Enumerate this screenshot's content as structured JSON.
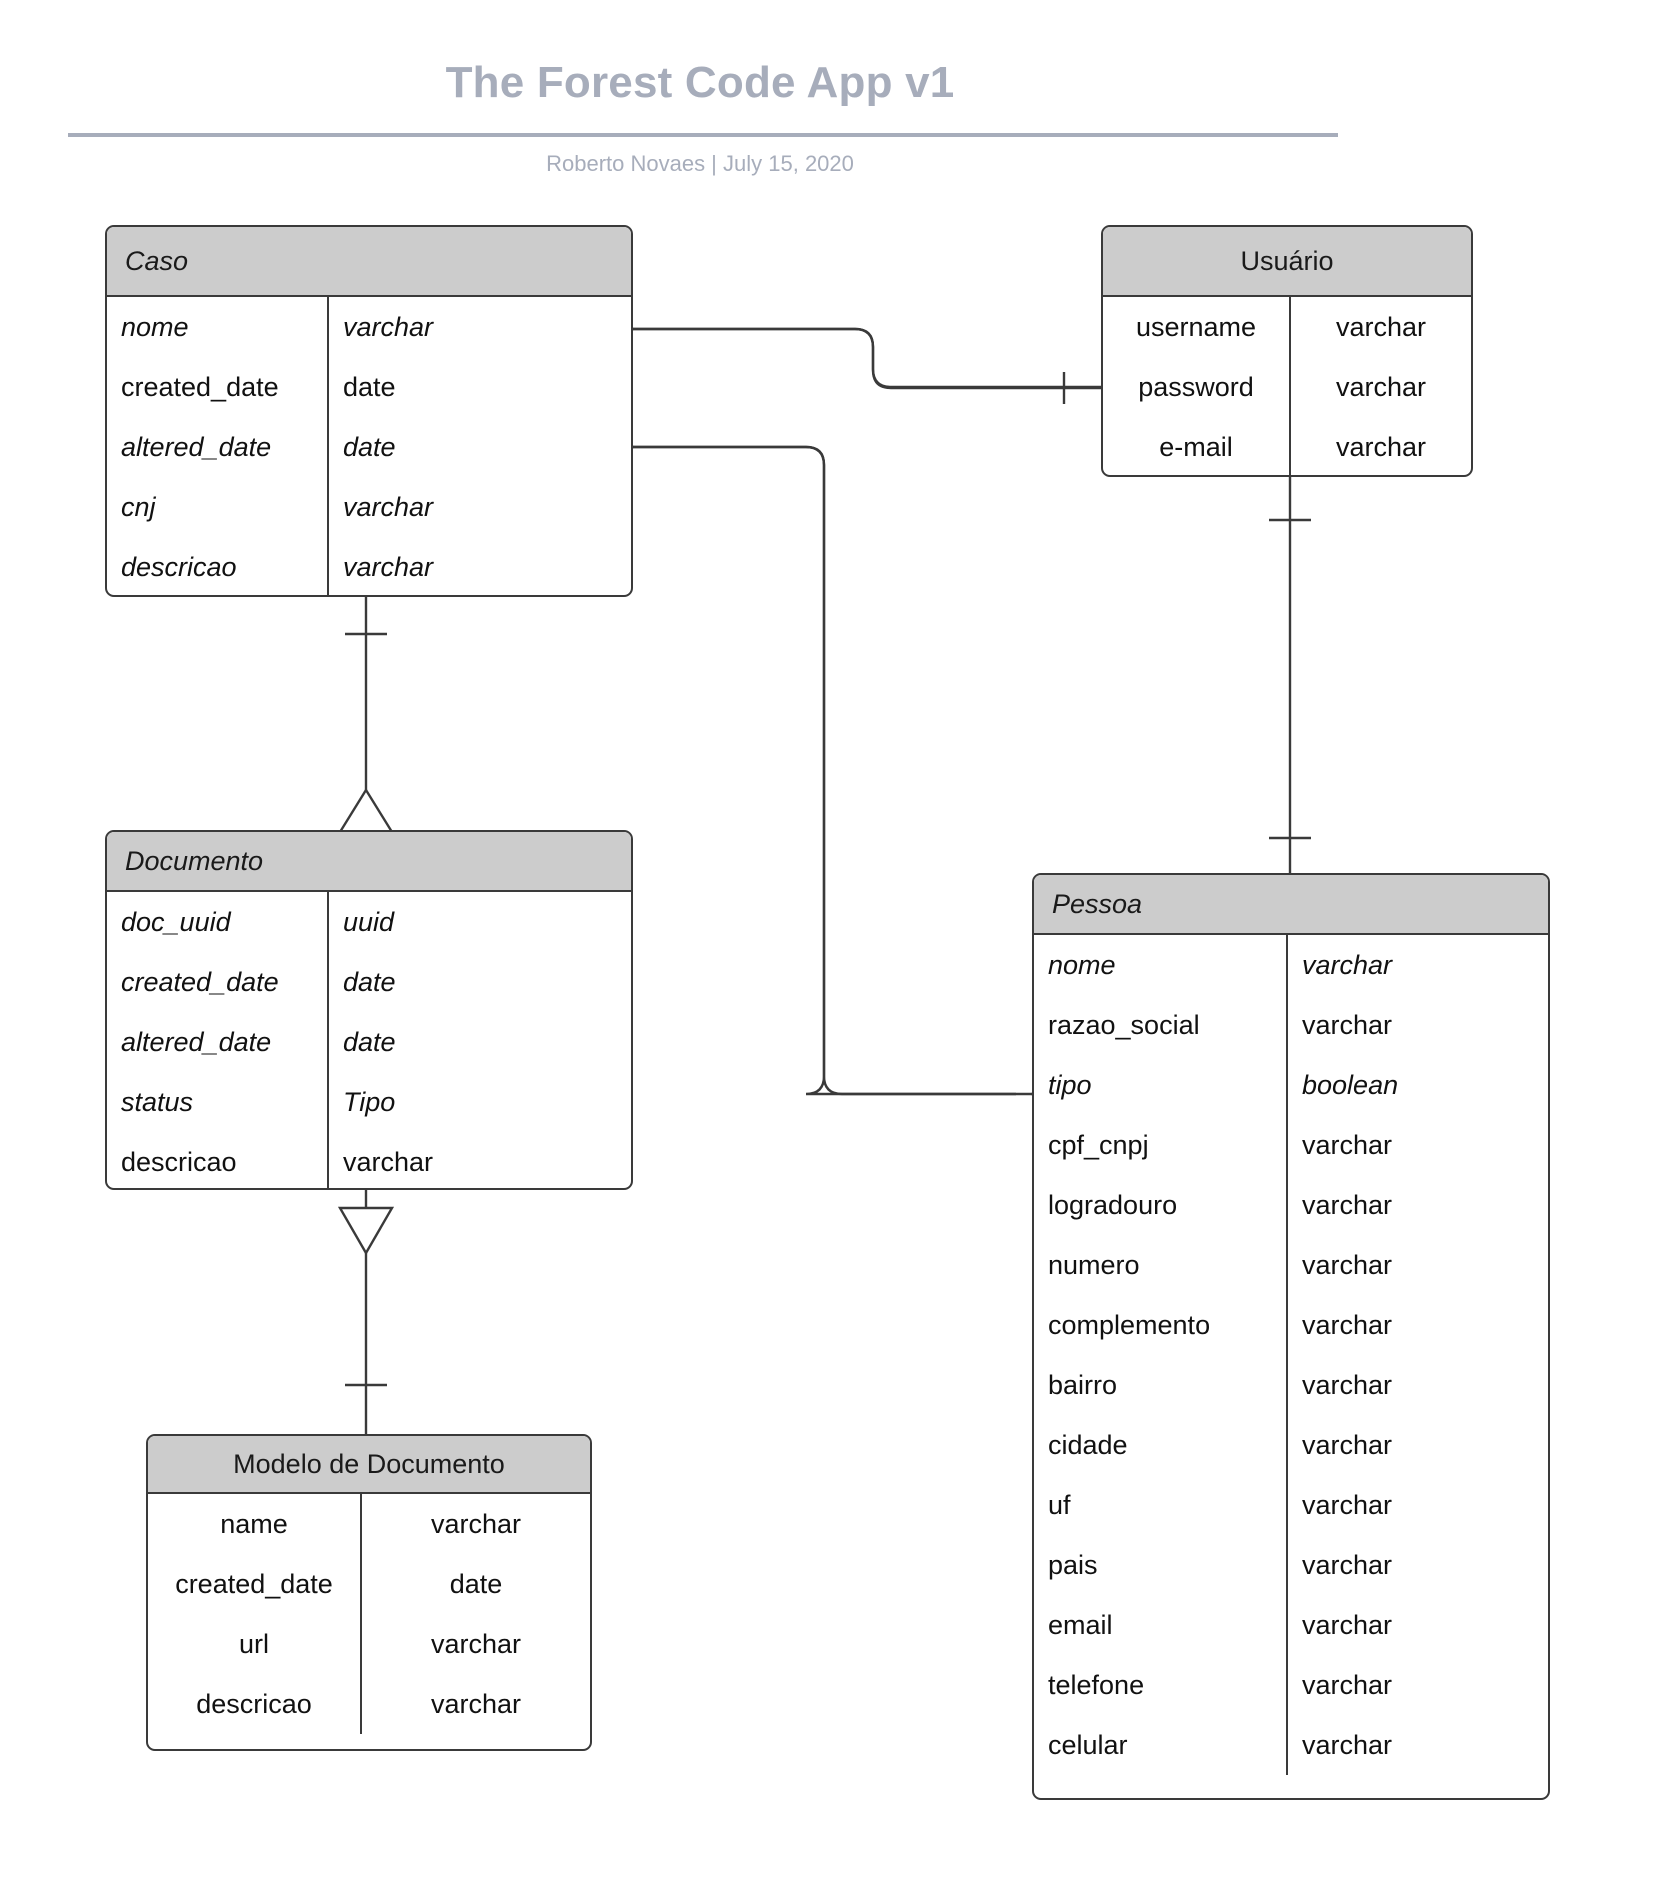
{
  "header": {
    "title": "The Forest Code App v1",
    "subtitle": "Roberto Novaes  |  July 15, 2020",
    "title_color": "#a7adbb"
  },
  "diagram": {
    "type": "entity-relationship",
    "header_fill": "#cccccc",
    "line_color": "#3a3a3a",
    "entities": [
      {
        "id": "caso",
        "title": "Caso",
        "title_italic": true,
        "title_align": "left",
        "row_align": "left",
        "fields": [
          {
            "name": "nome",
            "type": "varchar",
            "italic": true
          },
          {
            "name": "created_date",
            "type": "date",
            "italic": false
          },
          {
            "name": "altered_date",
            "type": "date",
            "italic": true
          },
          {
            "name": "cnj",
            "type": "varchar",
            "italic": true
          },
          {
            "name": "descricao",
            "type": "varchar",
            "italic": true
          }
        ]
      },
      {
        "id": "usuario",
        "title": "Usuário",
        "title_italic": false,
        "title_align": "center",
        "row_align": "mixed",
        "fields": [
          {
            "name": "username",
            "type": "varchar",
            "italic": false
          },
          {
            "name": "password",
            "type": "varchar",
            "italic": false
          },
          {
            "name": "e-mail",
            "type": "varchar",
            "italic": false
          }
        ]
      },
      {
        "id": "documento",
        "title": "Documento",
        "title_italic": true,
        "title_align": "left",
        "row_align": "left",
        "fields": [
          {
            "name": "doc_uuid",
            "type": "uuid",
            "italic": true
          },
          {
            "name": "created_date",
            "type": "date",
            "italic": true
          },
          {
            "name": "altered_date",
            "type": "date",
            "italic": true
          },
          {
            "name": "status",
            "type": "Tipo",
            "italic": true
          },
          {
            "name": "descricao",
            "type": "varchar",
            "italic": false
          }
        ]
      },
      {
        "id": "pessoa",
        "title": "Pessoa",
        "title_italic": true,
        "title_align": "left",
        "row_align": "left",
        "fields": [
          {
            "name": "nome",
            "type": "varchar",
            "italic": true
          },
          {
            "name": "razao_social",
            "type": "varchar",
            "italic": false
          },
          {
            "name": "tipo",
            "type": "boolean",
            "italic": true
          },
          {
            "name": "cpf_cnpj",
            "type": "varchar",
            "italic": false
          },
          {
            "name": "logradouro",
            "type": "varchar",
            "italic": false
          },
          {
            "name": "numero",
            "type": "varchar",
            "italic": false
          },
          {
            "name": "complemento",
            "type": "varchar",
            "italic": false
          },
          {
            "name": "bairro",
            "type": "varchar",
            "italic": false
          },
          {
            "name": "cidade",
            "type": "varchar",
            "italic": false
          },
          {
            "name": "uf",
            "type": "varchar",
            "italic": false
          },
          {
            "name": "pais",
            "type": "varchar",
            "italic": false
          },
          {
            "name": "email",
            "type": "varchar",
            "italic": false
          },
          {
            "name": "telefone",
            "type": "varchar",
            "italic": false
          },
          {
            "name": "celular",
            "type": "varchar",
            "italic": false
          }
        ]
      },
      {
        "id": "modelo_documento",
        "title": "Modelo de Documento",
        "title_italic": false,
        "title_align": "center",
        "row_align": "mixed",
        "fields": [
          {
            "name": "name",
            "type": "varchar",
            "italic": false
          },
          {
            "name": "created_date",
            "type": "date",
            "italic": false
          },
          {
            "name": "url",
            "type": "varchar",
            "italic": false
          },
          {
            "name": "descricao",
            "type": "varchar",
            "italic": false
          }
        ]
      }
    ],
    "relationships": [
      {
        "from": "caso",
        "to": "usuario",
        "from_marker": "crows-foot",
        "to_marker": "one"
      },
      {
        "from": "caso",
        "to": "pessoa",
        "from_marker": "crows-foot",
        "to_marker": "crows-foot"
      },
      {
        "from": "caso",
        "to": "documento",
        "from_marker": "one",
        "to_marker": "triangle-up"
      },
      {
        "from": "documento",
        "to": "modelo_documento",
        "from_marker": "triangle-down",
        "to_marker": "one"
      },
      {
        "from": "usuario",
        "to": "pessoa",
        "from_marker": "one",
        "to_marker": "one"
      }
    ]
  }
}
